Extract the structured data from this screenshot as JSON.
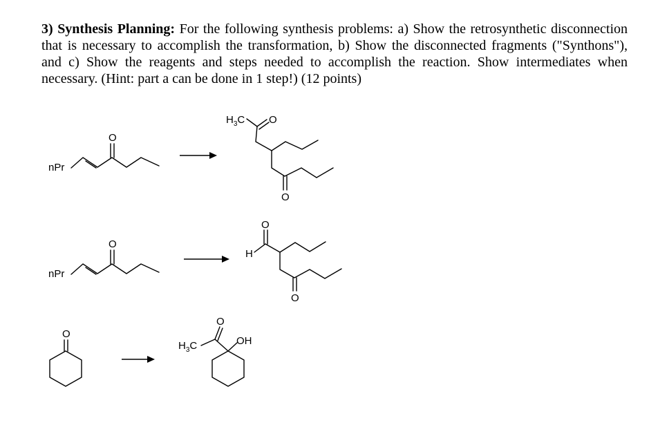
{
  "question": {
    "number": "3)",
    "heading": "Synthesis Planning:",
    "body": "For the following synthesis problems: a) Show the retrosynthetic disconnection that is necessary to accomplish the transformation, b) Show the disconnected fragments (\"Synthons\"), and c) Show the reagents and steps needed to accomplish the reaction. Show intermediates when necessary. (Hint: part a can be done in 1 step!) (12 points)"
  },
  "reactions": [
    {
      "starting_material": {
        "substituent": "nPr",
        "oxygen": "O"
      },
      "product": {
        "methyl": "H",
        "methyl_sub": "3",
        "methyl_c": "C",
        "oxygen_top": "O",
        "oxygen_bottom": "O"
      }
    },
    {
      "starting_material": {
        "substituent": "nPr",
        "oxygen": "O"
      },
      "product": {
        "aldehyde_h": "H",
        "oxygen_top": "O",
        "oxygen_bottom": "O"
      }
    },
    {
      "starting_material": {
        "oxygen": "O"
      },
      "product": {
        "methyl": "H",
        "methyl_sub": "3",
        "methyl_c": "C",
        "oxygen_top": "O",
        "hydroxyl": "OH"
      }
    }
  ]
}
